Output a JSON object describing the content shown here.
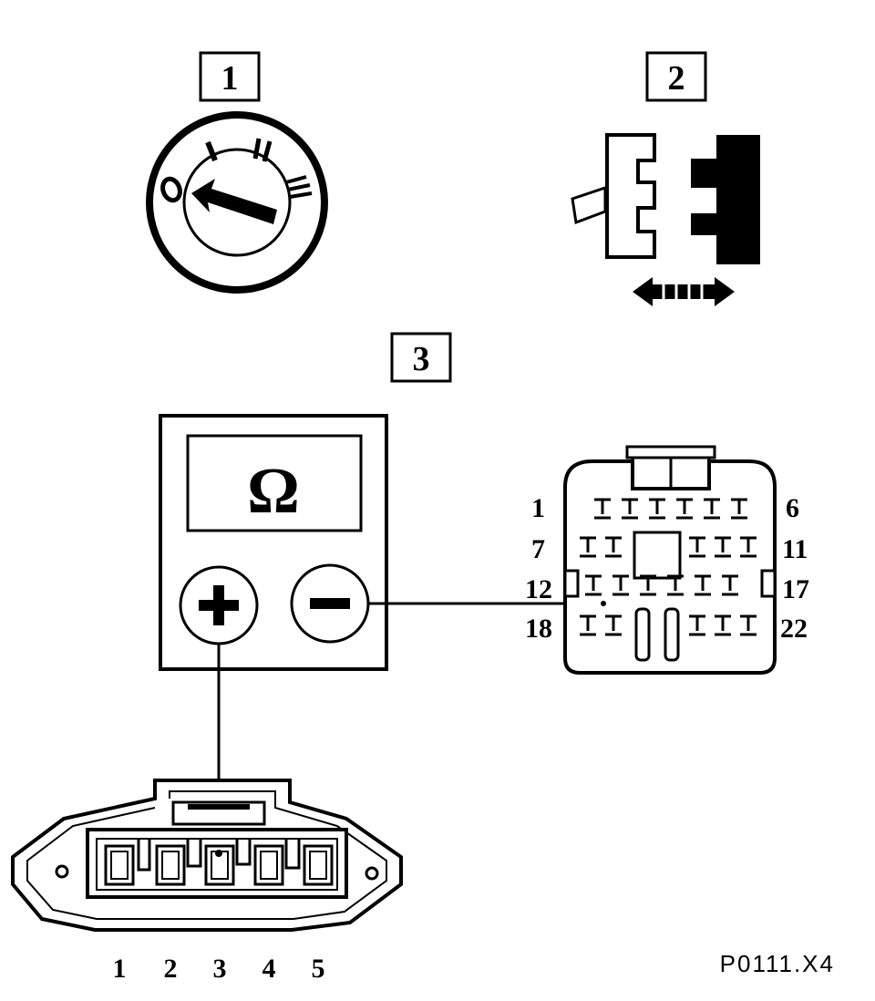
{
  "steps": {
    "step_1": "1",
    "step_2": "2",
    "step_3": "3"
  },
  "ignition_switch": {
    "positions": [
      "0",
      "I",
      "II",
      "III"
    ]
  },
  "ohmmeter": {
    "display_symbol": "Ω",
    "positive_symbol": "+",
    "negative_symbol": "−"
  },
  "ecu_connector": {
    "pin_labels_left": [
      "1",
      "7",
      "12",
      "18"
    ],
    "pin_labels_right": [
      "6",
      "11",
      "17",
      "22"
    ]
  },
  "sensor_connector": {
    "pin_labels": [
      "1",
      "2",
      "3",
      "4",
      "5"
    ]
  },
  "figure_code": "P0111.X4",
  "colors": {
    "ink": "#000000",
    "paper": "#ffffff"
  }
}
